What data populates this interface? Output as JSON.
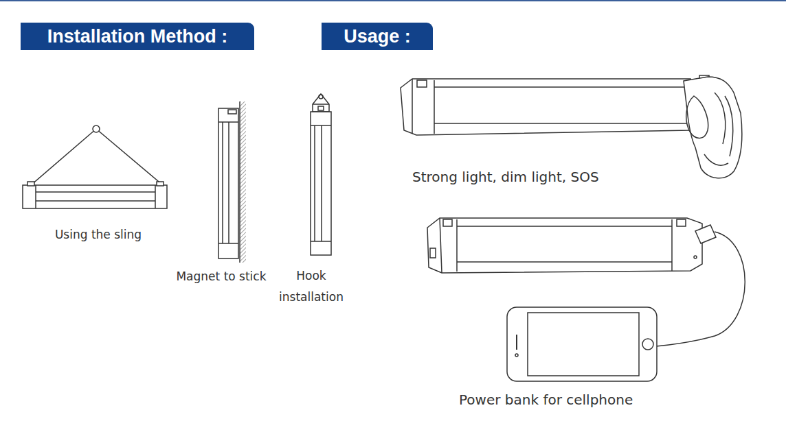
{
  "diagram": {
    "nodes": [
      {
        "text": [
          "Installation Method :"
        ]
      },
      {
        "text": [
          "Usage :"
        ]
      }
    ],
    "labels": [
      "Using the sling",
      "Magnet to stick",
      "Hook installation",
      "Strong light, dim light, SOS",
      "Power bank for cellphone"
    ]
  }
}
